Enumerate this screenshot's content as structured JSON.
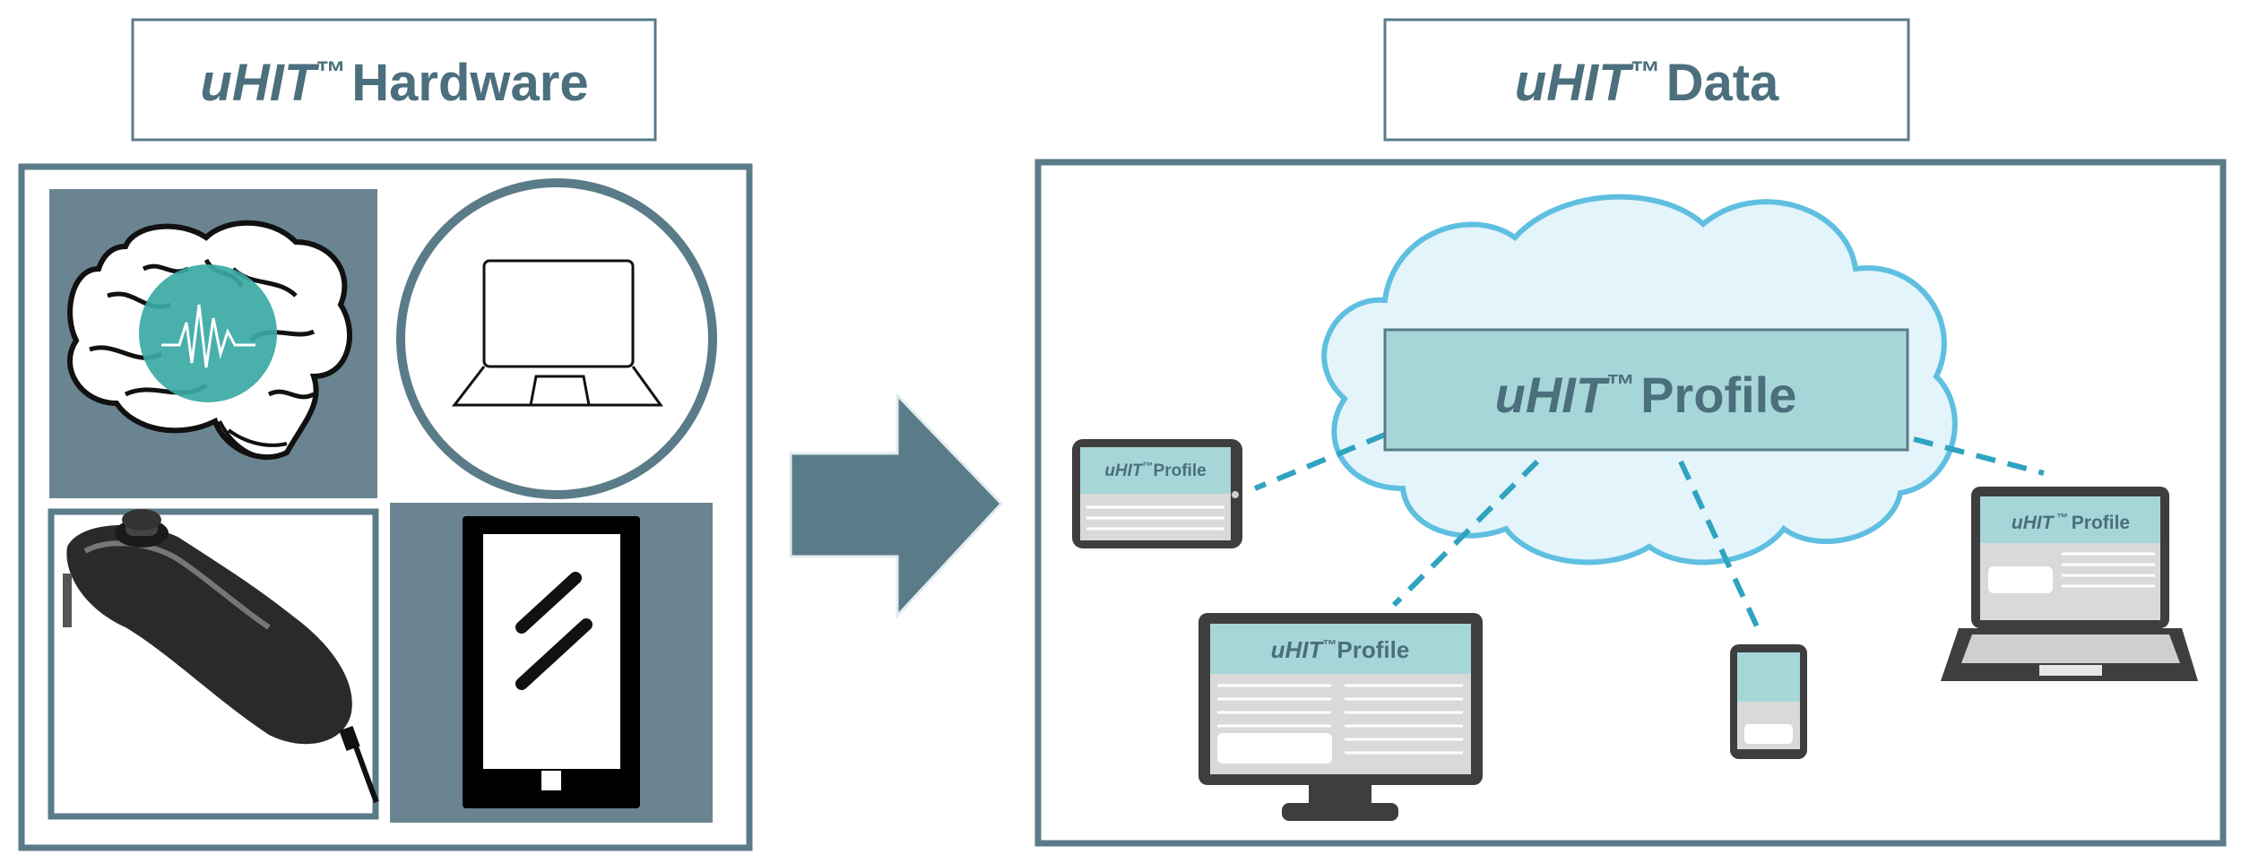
{
  "hardware_title": {
    "brand": "uHIT",
    "tm": "™",
    "word": "Hardware"
  },
  "data_title": {
    "brand": "uHIT",
    "tm": "™",
    "word": "Data"
  },
  "cloud_profile": {
    "brand": "uHIT",
    "tm": "™",
    "word": "Profile"
  },
  "tablet_profile": {
    "brand": "uHIT",
    "tm": "™",
    "word": "Profile"
  },
  "monitor_profile": {
    "brand": "uHIT",
    "tm": "™",
    "word": "Profile"
  },
  "laptop_profile": {
    "brand": "uHIT",
    "tm": " ™ ",
    "word": "Profile"
  },
  "colors": {
    "frame": "#5a7b88",
    "panel_fill": "#6a8591",
    "cloud_stroke": "#5fbfe0",
    "cloud_fill": "#e3f4fa",
    "profile_fill": "#a7d6d8",
    "teal": "#3aa9a5",
    "dash": "#2fa3c0"
  },
  "icons": [
    "brain-eeg-icon",
    "laptop-icon",
    "nunchuk-controller-icon",
    "smartphone-icon",
    "arrow-right-icon",
    "cloud-icon",
    "tablet-icon",
    "monitor-icon",
    "small-phone-icon",
    "laptop-device-icon"
  ]
}
